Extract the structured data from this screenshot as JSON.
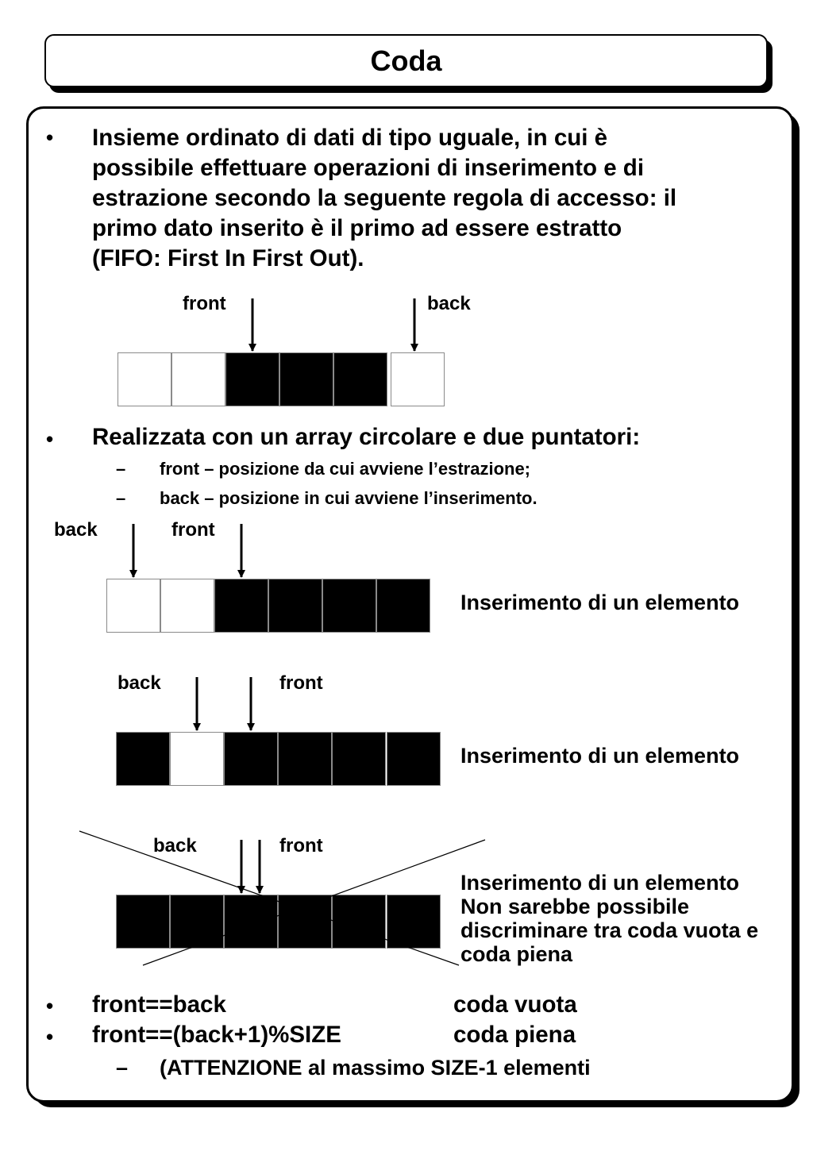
{
  "title": "Coda",
  "intro_lines": [
    "Insieme ordinato di dati di tipo uguale, in cui è",
    "possibile effettuare operazioni di inserimento e di",
    "estrazione secondo la seguente regola di accesso: il",
    "primo dato inserito è il primo ad essere estratto",
    "(FIFO: First In First Out)."
  ],
  "bullet_char": "•",
  "dash_char": "–",
  "diagram1": {
    "front_label": "front",
    "back_label": "back",
    "cells": [
      "empty",
      "empty",
      "filled",
      "filled",
      "filled",
      "empty"
    ]
  },
  "realization": {
    "text": "Realizzata con un array circolare e due puntatori:",
    "sub_items": [
      "front – posizione da cui avviene l’estrazione;",
      "back – posizione in cui avviene l’inserimento."
    ]
  },
  "diagram2": {
    "back_label": "back",
    "front_label": "front",
    "cells": [
      "empty",
      "empty",
      "filled",
      "filled",
      "filled",
      "filled"
    ],
    "caption": "Inserimento di un elemento"
  },
  "diagram3": {
    "back_label": "back",
    "front_label": "front",
    "cells": [
      "filled",
      "empty",
      "filled",
      "filled",
      "filled",
      "filled"
    ],
    "caption": "Inserimento di un elemento"
  },
  "diagram4": {
    "back_label": "back",
    "front_label": "front",
    "cells": [
      "filled",
      "filled",
      "filled",
      "filled",
      "filled",
      "filled"
    ],
    "caption_lines": [
      "Inserimento di un elemento",
      "Non sarebbe possibile",
      "discriminare tra coda vuota e",
      "coda piena"
    ]
  },
  "conditions": [
    {
      "expr": "front==back",
      "meaning": "coda vuota"
    },
    {
      "expr": "front==(back+1)%SIZE",
      "meaning": "coda piena"
    }
  ],
  "note": "(ATTENZIONE al massimo SIZE-1 elementi"
}
